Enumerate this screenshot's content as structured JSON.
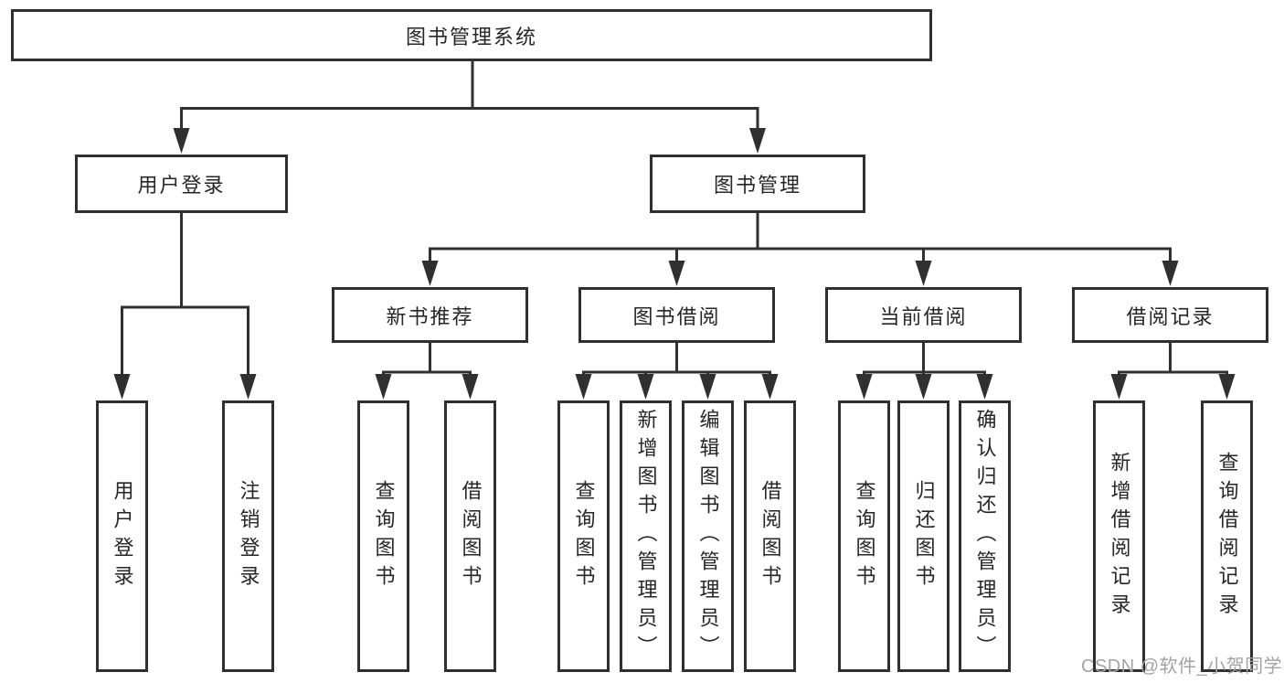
{
  "tree": {
    "root": "图书管理系统",
    "level2": [
      "用户登录",
      "图书管理"
    ],
    "level3": [
      "新书推荐",
      "图书借阅",
      "当前借阅",
      "借阅记录"
    ],
    "leaves": {
      "user_login": [
        "用户登录",
        "注销登录"
      ],
      "new_book_recommend": [
        "查询图书",
        "借阅图书"
      ],
      "book_borrow": [
        "查询图书",
        "新增图书（管理员）",
        "编辑图书（管理员）",
        "借阅图书"
      ],
      "current_borrow": [
        "查询图书",
        "归还图书",
        "确认归还（管理员）"
      ],
      "borrow_records": [
        "新增借阅记录",
        "查询借阅记录"
      ]
    }
  },
  "watermark": "CSDN @软件_小贺同学",
  "colors": {
    "line": "#303030",
    "box_border": "#2f2f2f",
    "text": "#262626",
    "background": "#ffffff",
    "watermark": "#a3a3a3"
  }
}
